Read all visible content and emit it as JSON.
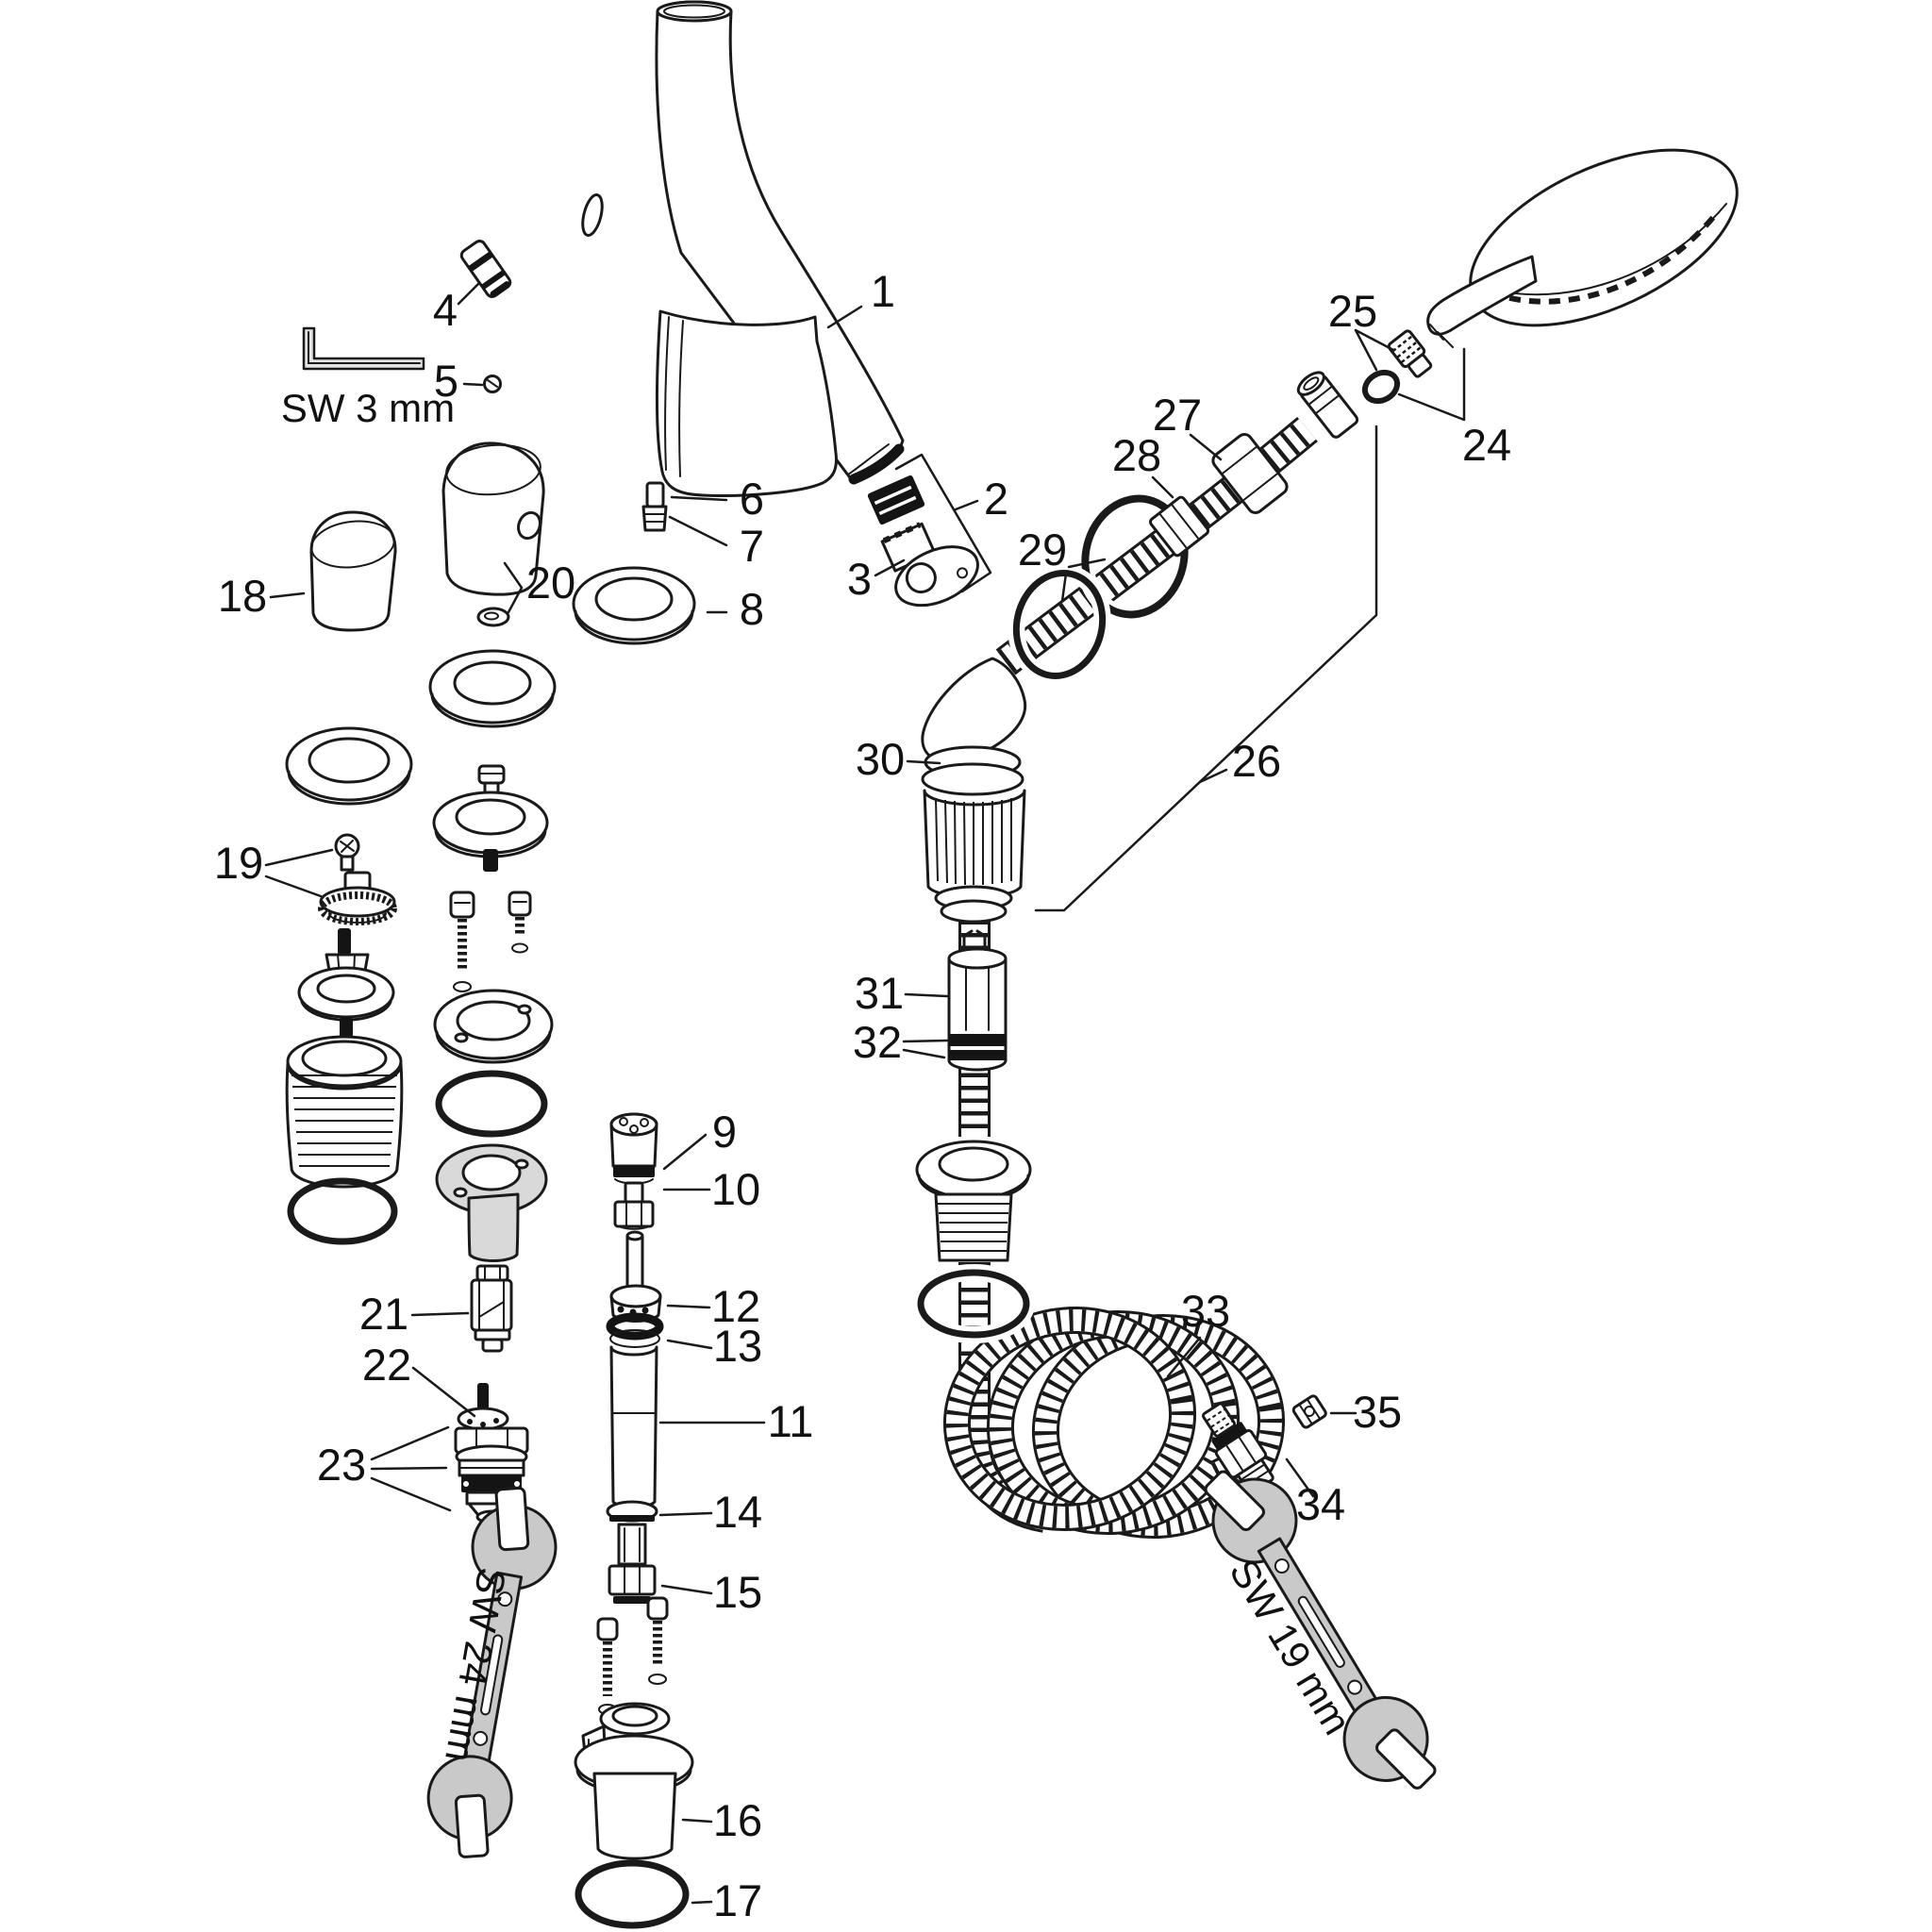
{
  "diagram": {
    "kind": "exploded parts diagram — basin/bath mixer with hand shower",
    "background_color": "#ffffff",
    "line_color": "#1a1a1a",
    "tool_fill_color": "#c9c9c9",
    "shaded_part_fill_color": "#d9d9d9",
    "part_callouts": [
      "1",
      "2",
      "3",
      "4",
      "5",
      "6",
      "7",
      "8",
      "9",
      "10",
      "11",
      "12",
      "13",
      "14",
      "15",
      "16",
      "17",
      "18",
      "19",
      "20",
      "21",
      "22",
      "23",
      "24",
      "25",
      "26",
      "27",
      "28",
      "29",
      "30",
      "31",
      "32",
      "33",
      "34",
      "35"
    ],
    "tool_labels": {
      "hex_key_size": "SW 3 mm",
      "wrench_left_size": "SW 24 mm",
      "wrench_right_size": "SW 19 mm"
    }
  }
}
